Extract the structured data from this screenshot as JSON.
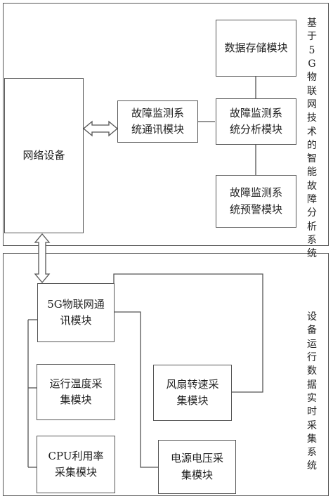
{
  "diagram": {
    "top_system_label": "基于5G物联网技术的智能故障分析系统",
    "bottom_system_label": "设备运行数据实时采集系统",
    "modules": {
      "network_device": "网络设备",
      "comm_module": "故障监测系统通讯模块",
      "storage_module": "数据存储模块",
      "analysis_module": "故障监测系统分析模块",
      "warning_module": "故障监测系统预警模块",
      "g5_module": "5G物联网通讯模块",
      "temp_module": "运行温度采集模块",
      "cpu_module": "CPU利用率采集模块",
      "fan_module": "风扇转速采集模块",
      "voltage_module": "电源电压采集模块"
    },
    "colors": {
      "line": "#555555",
      "background": "#ffffff"
    }
  }
}
